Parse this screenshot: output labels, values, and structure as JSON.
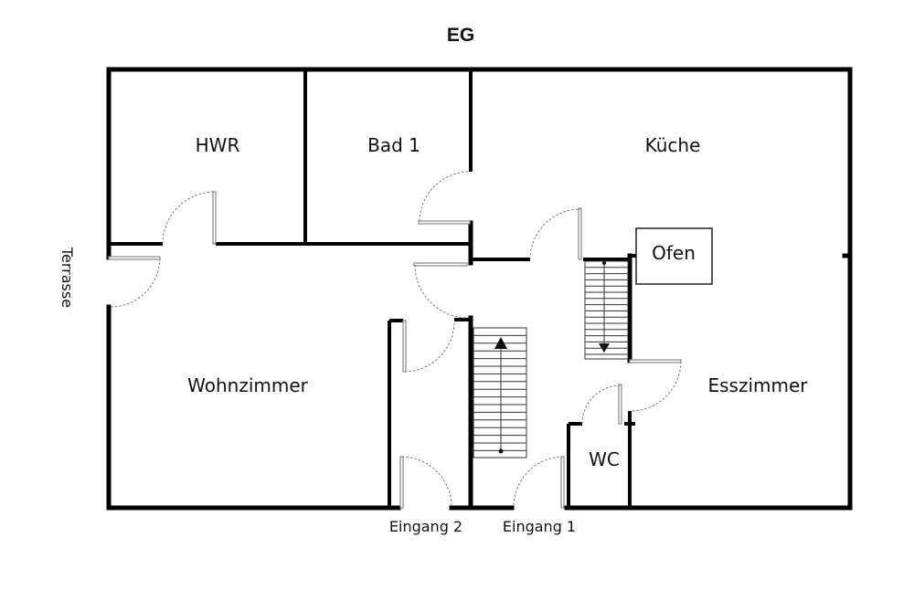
{
  "plan": {
    "title": "EG",
    "rooms": {
      "hwr": "HWR",
      "bad": "Bad 1",
      "kueche": "Küche",
      "ofen": "Ofen",
      "wohnzimmer": "Wohnzimmer",
      "esszimmer": "Esszimmer",
      "wc": "WC"
    },
    "outside": {
      "terrasse": "Terrasse",
      "eingang1": "Eingang 1",
      "eingang2": "Eingang 2"
    },
    "stairs": [
      {
        "name": "stairs-up",
        "direction": "up"
      },
      {
        "name": "stairs-down",
        "direction": "down"
      }
    ]
  }
}
